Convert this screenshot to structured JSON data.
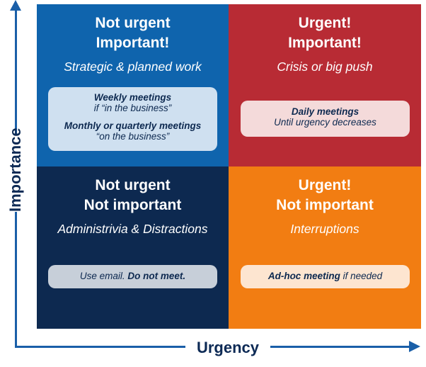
{
  "axes": {
    "y_label": "Importance",
    "x_label": "Urgency",
    "color": "#1a5fa8"
  },
  "quadrants": {
    "top_left": {
      "color": "#0f64ad",
      "title_line1": "Not urgent",
      "title_line2": "Important!",
      "subtitle": "Strategic & planned work",
      "box": {
        "line1_bold": "Weekly meetings",
        "line1_normal": "if “in the business”",
        "line2_bold": "Monthly or quarterly meetings",
        "line2_normal": "“on the business”"
      }
    },
    "top_right": {
      "color": "#b82b34",
      "title_line1": "Urgent!",
      "title_line2": "Important!",
      "subtitle": "Crisis or big push",
      "box": {
        "line1_bold": "Daily meetings",
        "line1_normal": "Until urgency decreases"
      }
    },
    "bottom_left": {
      "color": "#0d2950",
      "title_line1": "Not urgent",
      "title_line2": "Not important",
      "subtitle": "Administrivia & Distractions",
      "box": {
        "text_normal": "Use email. ",
        "text_bold": "Do not meet."
      }
    },
    "bottom_right": {
      "color": "#f27d12",
      "title_line1": "Urgent!",
      "title_line2": "Not important",
      "subtitle": "Interruptions",
      "box": {
        "text_bold": "Ad-hoc meeting",
        "text_normal": " if needed"
      }
    }
  }
}
